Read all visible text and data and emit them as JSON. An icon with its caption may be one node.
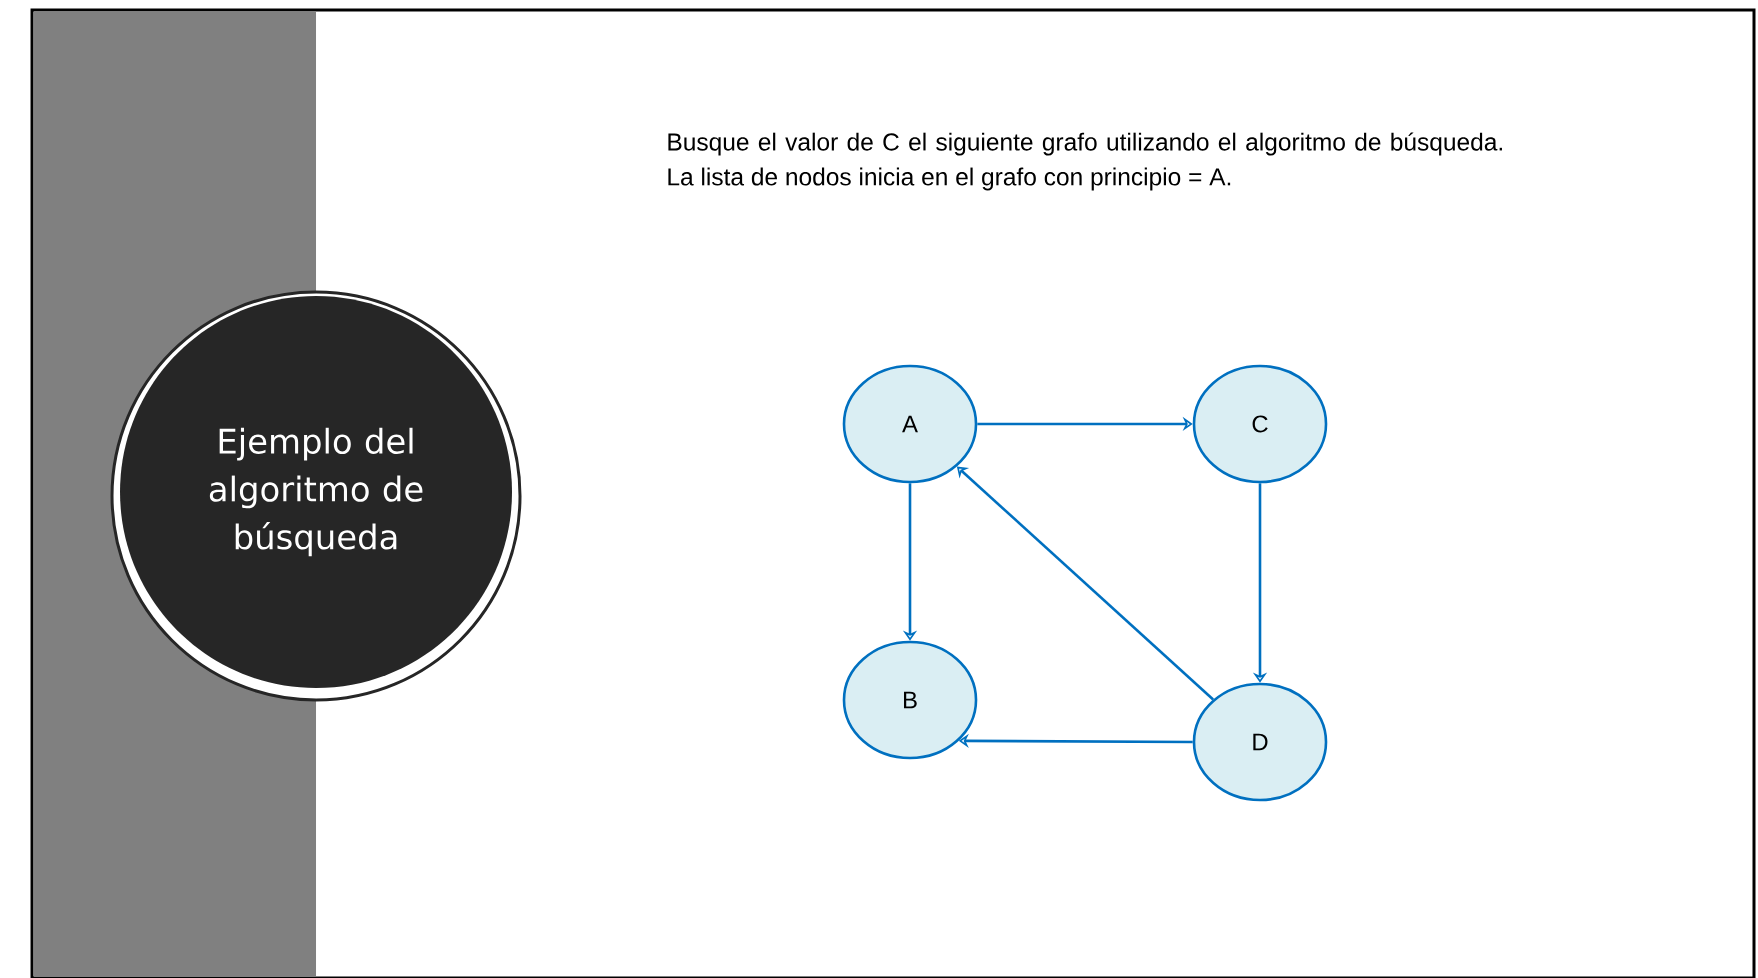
{
  "diagram": {
    "title": "Ejemplo del algoritmo de búsqueda",
    "nodes": [
      {
        "text": [
          "A"
        ]
      },
      {
        "text": [
          "C"
        ]
      },
      {
        "text": [
          "B"
        ]
      },
      {
        "text": [
          "D"
        ]
      }
    ],
    "edges": [
      {
        "from": 0,
        "to": 1,
        "arrow": "to"
      },
      {
        "from": 0,
        "to": 2,
        "arrow": "to"
      },
      {
        "from": 1,
        "to": 3,
        "arrow": "to"
      },
      {
        "from": 3,
        "to": 0,
        "arrow": "to"
      },
      {
        "from": 3,
        "to": 2,
        "arrow": "to"
      }
    ],
    "labels": [
      "Busque el valor de C el siguiente grafo utilizando el algoritmo de búsqueda. La lista de nodos inicia en el grafo con principio = A."
    ]
  }
}
